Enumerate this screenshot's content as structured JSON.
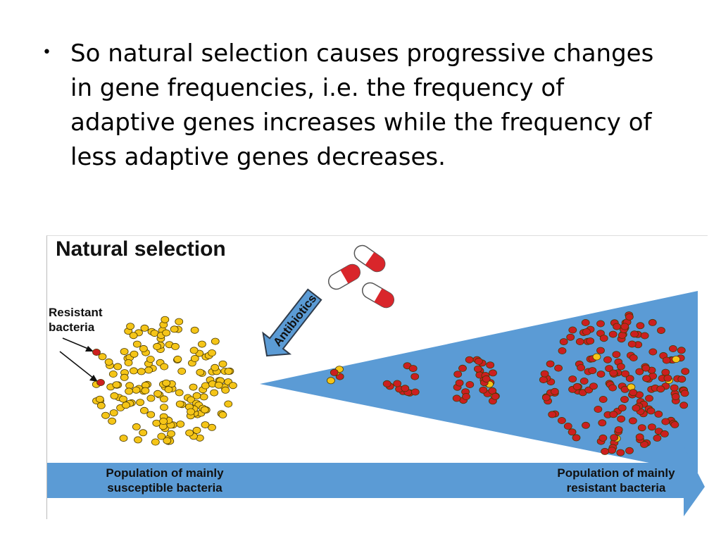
{
  "slide": {
    "bullet_text": "So natural selection causes progressive changes in gene frequencies, i.e. the frequency of adaptive genes increases while the frequency of less adaptive genes decreases."
  },
  "figure": {
    "title": "Natural selection",
    "resistant_label": "Resistant bacteria",
    "antibiotics_label": "Antibiotics",
    "banner_left": "Population of mainly susceptible bacteria",
    "banner_right": "Population of mainly resistant bacteria",
    "colors": {
      "susceptible": "#f5c518",
      "resistant": "#cc1f1f",
      "wedge": "#5b9bd5",
      "pill_red": "#d9262b"
    }
  }
}
